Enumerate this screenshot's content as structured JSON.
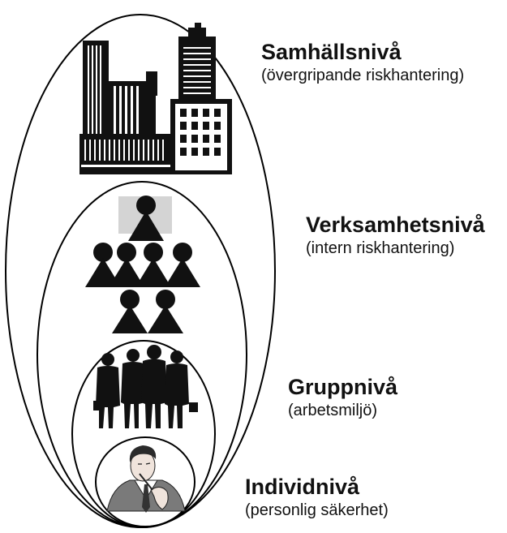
{
  "levels": [
    {
      "title": "Samhällsnivå",
      "subtitle": "(övergripande riskhantering)",
      "icon": "city-buildings-icon"
    },
    {
      "title": "Verksamhetsnivå",
      "subtitle": "(intern riskhantering)",
      "icon": "organization-hierarchy-icon"
    },
    {
      "title": "Gruppnivå",
      "subtitle": "(arbetsmiljö)",
      "icon": "business-group-icon"
    },
    {
      "title": "Individnivå",
      "subtitle": "(personlig säkerhet)",
      "icon": "thinking-person-icon"
    }
  ],
  "colors": {
    "line": "#000000",
    "fill": "#111111",
    "highlight": "#d4d4d4",
    "background": "#ffffff"
  }
}
